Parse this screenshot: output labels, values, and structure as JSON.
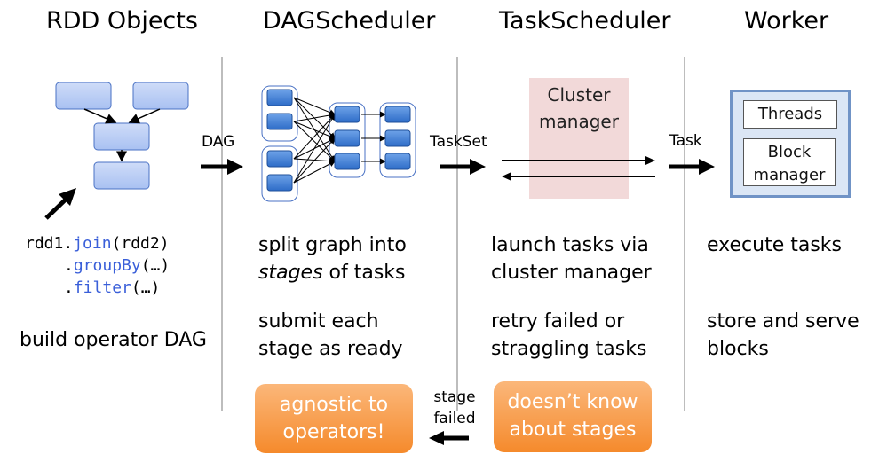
{
  "columns": {
    "rdd": {
      "title": "RDD Objects",
      "code": {
        "line1_prefix": "rdd1.",
        "line1_fn": "join",
        "line1_args": "(rdd2)",
        "line2_prefix": ".",
        "line2_fn": "groupBy",
        "line2_args": "(…)",
        "line3_prefix": ".",
        "line3_fn": "filter",
        "line3_args": "(…)"
      },
      "caption": "build operator DAG"
    },
    "dag": {
      "title": "DAGScheduler",
      "text1_line1": "split graph into",
      "text1_italic": "stages",
      "text1_line2_rest": " of tasks",
      "text2_line1": "submit each",
      "text2_line2": "stage as ready",
      "callout_line1": "agnostic to",
      "callout_line2": "operators!"
    },
    "task": {
      "title": "TaskScheduler",
      "cluster_line1": "Cluster",
      "cluster_line2": "manager",
      "text1_line1": "launch tasks via",
      "text1_line2": "cluster manager",
      "text2_line1": "retry failed or",
      "text2_line2": "straggling tasks",
      "callout_line1": "doesn’t know",
      "callout_line2": "about stages"
    },
    "worker": {
      "title": "Worker",
      "threads": "Threads",
      "block_line1": "Block",
      "block_line2": "manager",
      "text1": "execute tasks",
      "text2_line1": "store and serve",
      "text2_line2": "blocks"
    }
  },
  "arrows": {
    "dag": "DAG",
    "taskset": "TaskSet",
    "task": "Task",
    "stage_line1": "stage",
    "stage_line2": "failed"
  },
  "colors": {
    "node_fill": "#b8cdf5",
    "node_stroke": "#4a72c4",
    "stage_node_fill": "#3f7fd6",
    "cluster_manager_bg": "#f2d9d9",
    "callout_orange": "#f58a2c",
    "divider": "#bdbdbd"
  }
}
